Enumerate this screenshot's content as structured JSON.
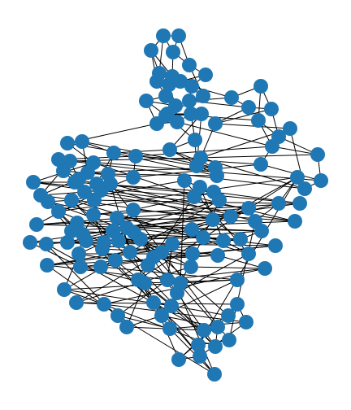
{
  "diagram": {
    "type": "network-graph",
    "node_color": "#1f77b4",
    "edge_color": "#000000",
    "background": "#ffffff",
    "nodes": [
      {
        "id": "n0"
      },
      {
        "id": "n1"
      },
      {
        "id": "n2"
      },
      {
        "id": "n3"
      },
      {
        "id": "n4"
      },
      {
        "id": "n5"
      },
      {
        "id": "n6"
      },
      {
        "id": "n7"
      },
      {
        "id": "n8"
      },
      {
        "id": "n9"
      },
      {
        "id": "n10"
      },
      {
        "id": "n11"
      },
      {
        "id": "n12"
      },
      {
        "id": "n13"
      },
      {
        "id": "n14"
      },
      {
        "id": "n15"
      },
      {
        "id": "n16"
      },
      {
        "id": "n17"
      },
      {
        "id": "n18"
      },
      {
        "id": "n19"
      },
      {
        "id": "n20"
      },
      {
        "id": "n21"
      },
      {
        "id": "n22"
      },
      {
        "id": "n23"
      },
      {
        "id": "n24"
      },
      {
        "id": "n25"
      },
      {
        "id": "n26"
      },
      {
        "id": "n27"
      },
      {
        "id": "n28"
      },
      {
        "id": "n29"
      },
      {
        "id": "n30"
      },
      {
        "id": "n31"
      },
      {
        "id": "n32"
      },
      {
        "id": "n33"
      },
      {
        "id": "n34"
      },
      {
        "id": "n35"
      },
      {
        "id": "n36"
      },
      {
        "id": "n37"
      },
      {
        "id": "n38"
      },
      {
        "id": "n39"
      },
      {
        "id": "n40"
      },
      {
        "id": "n41"
      },
      {
        "id": "n42"
      },
      {
        "id": "n43"
      },
      {
        "id": "n44"
      },
      {
        "id": "n45"
      },
      {
        "id": "n46"
      },
      {
        "id": "n47"
      },
      {
        "id": "n48"
      },
      {
        "id": "n49"
      },
      {
        "id": "n50"
      },
      {
        "id": "n51"
      },
      {
        "id": "n52"
      },
      {
        "id": "n53"
      },
      {
        "id": "n54"
      },
      {
        "id": "n55"
      },
      {
        "id": "n56"
      },
      {
        "id": "n57"
      },
      {
        "id": "n58"
      },
      {
        "id": "n59"
      },
      {
        "id": "n60"
      },
      {
        "id": "n61"
      },
      {
        "id": "n62"
      },
      {
        "id": "n63"
      },
      {
        "id": "n64"
      },
      {
        "id": "n65"
      },
      {
        "id": "n66"
      },
      {
        "id": "n67"
      },
      {
        "id": "n68"
      },
      {
        "id": "n69"
      },
      {
        "id": "n70"
      },
      {
        "id": "n71"
      },
      {
        "id": "n72"
      },
      {
        "id": "n73"
      },
      {
        "id": "n74"
      },
      {
        "id": "n75"
      },
      {
        "id": "n76"
      },
      {
        "id": "n77"
      },
      {
        "id": "n78"
      },
      {
        "id": "n79"
      },
      {
        "id": "n80"
      },
      {
        "id": "n81"
      },
      {
        "id": "n82"
      },
      {
        "id": "n83"
      },
      {
        "id": "n84"
      },
      {
        "id": "n85"
      },
      {
        "id": "n86"
      },
      {
        "id": "n87"
      },
      {
        "id": "n88"
      },
      {
        "id": "n89"
      },
      {
        "id": "n90"
      },
      {
        "id": "n91"
      },
      {
        "id": "n92"
      },
      {
        "id": "n93"
      },
      {
        "id": "n94"
      },
      {
        "id": "n95"
      },
      {
        "id": "n96"
      },
      {
        "id": "n97"
      },
      {
        "id": "n98"
      },
      {
        "id": "n99"
      },
      {
        "id": "n100"
      },
      {
        "id": "n101"
      },
      {
        "id": "n102"
      },
      {
        "id": "n103"
      },
      {
        "id": "n104"
      },
      {
        "id": "n105"
      },
      {
        "id": "n106"
      },
      {
        "id": "n107"
      },
      {
        "id": "n108"
      },
      {
        "id": "n109"
      },
      {
        "id": "n110"
      },
      {
        "id": "n111"
      },
      {
        "id": "n112"
      },
      {
        "id": "n113"
      },
      {
        "id": "n114"
      },
      {
        "id": "n115"
      },
      {
        "id": "n116"
      },
      {
        "id": "n117"
      },
      {
        "id": "n118"
      },
      {
        "id": "n119"
      },
      {
        "id": "n120"
      },
      {
        "id": "n121"
      },
      {
        "id": "n122"
      },
      {
        "id": "n123"
      },
      {
        "id": "n124"
      },
      {
        "id": "n125"
      },
      {
        "id": "n126"
      },
      {
        "id": "n127"
      },
      {
        "id": "n128"
      },
      {
        "id": "n129"
      },
      {
        "id": "n130"
      },
      {
        "id": "n131"
      },
      {
        "id": "n132"
      },
      {
        "id": "n133"
      },
      {
        "id": "n134"
      },
      {
        "id": "n135"
      },
      {
        "id": "n136"
      },
      {
        "id": "n137"
      },
      {
        "id": "n138"
      },
      {
        "id": "n139"
      },
      {
        "id": "n140"
      },
      {
        "id": "n141"
      },
      {
        "id": "n142"
      }
    ],
    "edges": [
      [
        "n0",
        "n1"
      ],
      [
        "n0",
        "n2"
      ],
      [
        "n0",
        "n3"
      ],
      [
        "n1",
        "n3"
      ],
      [
        "n1",
        "n4"
      ],
      [
        "n2",
        "n5"
      ],
      [
        "n2",
        "n6"
      ],
      [
        "n3",
        "n6"
      ],
      [
        "n3",
        "n4"
      ],
      [
        "n4",
        "n7"
      ],
      [
        "n5",
        "n6"
      ],
      [
        "n5",
        "n8"
      ],
      [
        "n6",
        "n9"
      ],
      [
        "n6",
        "n10"
      ],
      [
        "n7",
        "n10"
      ],
      [
        "n7",
        "n11"
      ],
      [
        "n8",
        "n9"
      ],
      [
        "n8",
        "n12"
      ],
      [
        "n9",
        "n10"
      ],
      [
        "n9",
        "n12"
      ],
      [
        "n10",
        "n13"
      ],
      [
        "n10",
        "n11"
      ],
      [
        "n11",
        "n14"
      ],
      [
        "n12",
        "n15"
      ],
      [
        "n12",
        "n16"
      ],
      [
        "n13",
        "n14"
      ],
      [
        "n13",
        "n17"
      ],
      [
        "n14",
        "n18"
      ],
      [
        "n14",
        "n19"
      ],
      [
        "n15",
        "n16"
      ],
      [
        "n15",
        "n20"
      ],
      [
        "n16",
        "n17"
      ],
      [
        "n16",
        "n21"
      ],
      [
        "n17",
        "n21"
      ],
      [
        "n17",
        "n22"
      ],
      [
        "n18",
        "n19"
      ],
      [
        "n18",
        "n23"
      ],
      [
        "n19",
        "n24"
      ],
      [
        "n19",
        "n25"
      ],
      [
        "n20",
        "n21"
      ],
      [
        "n20",
        "n26"
      ],
      [
        "n21",
        "n22"
      ],
      [
        "n22",
        "n27"
      ],
      [
        "n23",
        "n24"
      ],
      [
        "n23",
        "n28"
      ],
      [
        "n24",
        "n25"
      ],
      [
        "n24",
        "n29"
      ],
      [
        "n25",
        "n30"
      ],
      [
        "n26",
        "n27"
      ],
      [
        "n26",
        "n31"
      ],
      [
        "n27",
        "n32"
      ],
      [
        "n28",
        "n29"
      ],
      [
        "n28",
        "n33"
      ],
      [
        "n29",
        "n30"
      ],
      [
        "n29",
        "n34"
      ],
      [
        "n30",
        "n35"
      ],
      [
        "n31",
        "n32"
      ],
      [
        "n31",
        "n36"
      ],
      [
        "n32",
        "n37"
      ],
      [
        "n32",
        "n38"
      ],
      [
        "n33",
        "n34"
      ],
      [
        "n33",
        "n39"
      ],
      [
        "n34",
        "n35"
      ],
      [
        "n34",
        "n40"
      ],
      [
        "n35",
        "n41"
      ],
      [
        "n36",
        "n37"
      ],
      [
        "n36",
        "n42"
      ],
      [
        "n37",
        "n38"
      ],
      [
        "n37",
        "n43"
      ],
      [
        "n38",
        "n44"
      ],
      [
        "n39",
        "n40"
      ],
      [
        "n39",
        "n45"
      ],
      [
        "n40",
        "n41"
      ],
      [
        "n40",
        "n46"
      ],
      [
        "n41",
        "n47"
      ],
      [
        "n42",
        "n43"
      ],
      [
        "n42",
        "n48"
      ],
      [
        "n43",
        "n44"
      ],
      [
        "n43",
        "n49"
      ],
      [
        "n44",
        "n50"
      ],
      [
        "n45",
        "n46"
      ],
      [
        "n45",
        "n51"
      ],
      [
        "n46",
        "n47"
      ],
      [
        "n46",
        "n52"
      ],
      [
        "n47",
        "n53"
      ],
      [
        "n48",
        "n49"
      ],
      [
        "n48",
        "n54"
      ],
      [
        "n49",
        "n50"
      ],
      [
        "n49",
        "n55"
      ],
      [
        "n50",
        "n56"
      ],
      [
        "n51",
        "n52"
      ],
      [
        "n51",
        "n57"
      ],
      [
        "n52",
        "n53"
      ],
      [
        "n52",
        "n58"
      ],
      [
        "n53",
        "n59"
      ],
      [
        "n54",
        "n55"
      ],
      [
        "n54",
        "n60"
      ],
      [
        "n55",
        "n56"
      ],
      [
        "n55",
        "n61"
      ],
      [
        "n56",
        "n62"
      ],
      [
        "n57",
        "n58"
      ],
      [
        "n57",
        "n63"
      ],
      [
        "n58",
        "n59"
      ],
      [
        "n58",
        "n64"
      ],
      [
        "n59",
        "n65"
      ],
      [
        "n60",
        "n61"
      ],
      [
        "n60",
        "n66"
      ],
      [
        "n61",
        "n62"
      ],
      [
        "n61",
        "n67"
      ],
      [
        "n62",
        "n68"
      ],
      [
        "n63",
        "n64"
      ],
      [
        "n63",
        "n69"
      ],
      [
        "n64",
        "n65"
      ],
      [
        "n64",
        "n70"
      ],
      [
        "n65",
        "n71"
      ],
      [
        "n66",
        "n67"
      ],
      [
        "n66",
        "n72"
      ],
      [
        "n67",
        "n68"
      ],
      [
        "n67",
        "n73"
      ],
      [
        "n68",
        "n74"
      ],
      [
        "n69",
        "n70"
      ],
      [
        "n69",
        "n75"
      ],
      [
        "n70",
        "n71"
      ],
      [
        "n70",
        "n76"
      ],
      [
        "n71",
        "n77"
      ],
      [
        "n72",
        "n73"
      ],
      [
        "n72",
        "n78"
      ],
      [
        "n73",
        "n74"
      ],
      [
        "n73",
        "n79"
      ],
      [
        "n74",
        "n80"
      ],
      [
        "n75",
        "n76"
      ],
      [
        "n75",
        "n81"
      ],
      [
        "n76",
        "n77"
      ],
      [
        "n76",
        "n82"
      ],
      [
        "n77",
        "n83"
      ],
      [
        "n78",
        "n79"
      ],
      [
        "n78",
        "n84"
      ],
      [
        "n79",
        "n80"
      ],
      [
        "n79",
        "n85"
      ],
      [
        "n80",
        "n86"
      ],
      [
        "n81",
        "n82"
      ],
      [
        "n81",
        "n87"
      ],
      [
        "n82",
        "n83"
      ],
      [
        "n82",
        "n88"
      ],
      [
        "n83",
        "n89"
      ],
      [
        "n84",
        "n85"
      ],
      [
        "n84",
        "n90"
      ],
      [
        "n85",
        "n86"
      ],
      [
        "n85",
        "n91"
      ],
      [
        "n86",
        "n92"
      ],
      [
        "n87",
        "n88"
      ],
      [
        "n87",
        "n93"
      ],
      [
        "n88",
        "n89"
      ],
      [
        "n88",
        "n94"
      ],
      [
        "n89",
        "n95"
      ],
      [
        "n90",
        "n91"
      ],
      [
        "n90",
        "n96"
      ],
      [
        "n91",
        "n92"
      ],
      [
        "n91",
        "n97"
      ],
      [
        "n92",
        "n98"
      ],
      [
        "n93",
        "n94"
      ],
      [
        "n93",
        "n99"
      ],
      [
        "n94",
        "n95"
      ],
      [
        "n94",
        "n100"
      ],
      [
        "n95",
        "n101"
      ],
      [
        "n96",
        "n97"
      ],
      [
        "n96",
        "n102"
      ],
      [
        "n97",
        "n98"
      ],
      [
        "n97",
        "n103"
      ],
      [
        "n98",
        "n104"
      ],
      [
        "n99",
        "n100"
      ],
      [
        "n99",
        "n105"
      ],
      [
        "n100",
        "n101"
      ],
      [
        "n100",
        "n106"
      ],
      [
        "n101",
        "n107"
      ],
      [
        "n102",
        "n103"
      ],
      [
        "n102",
        "n108"
      ],
      [
        "n103",
        "n104"
      ],
      [
        "n103",
        "n109"
      ],
      [
        "n104",
        "n110"
      ],
      [
        "n105",
        "n106"
      ],
      [
        "n105",
        "n111"
      ],
      [
        "n106",
        "n107"
      ],
      [
        "n106",
        "n112"
      ],
      [
        "n107",
        "n113"
      ],
      [
        "n108",
        "n109"
      ],
      [
        "n108",
        "n114"
      ],
      [
        "n109",
        "n110"
      ],
      [
        "n109",
        "n115"
      ],
      [
        "n110",
        "n116"
      ],
      [
        "n111",
        "n112"
      ],
      [
        "n111",
        "n117"
      ],
      [
        "n112",
        "n113"
      ],
      [
        "n112",
        "n118"
      ],
      [
        "n113",
        "n119"
      ],
      [
        "n114",
        "n115"
      ],
      [
        "n114",
        "n120"
      ],
      [
        "n115",
        "n116"
      ],
      [
        "n115",
        "n121"
      ],
      [
        "n116",
        "n122"
      ],
      [
        "n117",
        "n118"
      ],
      [
        "n117",
        "n123"
      ],
      [
        "n118",
        "n119"
      ],
      [
        "n118",
        "n124"
      ],
      [
        "n119",
        "n125"
      ],
      [
        "n120",
        "n121"
      ],
      [
        "n120",
        "n126"
      ],
      [
        "n121",
        "n122"
      ],
      [
        "n121",
        "n127"
      ],
      [
        "n122",
        "n128"
      ],
      [
        "n123",
        "n124"
      ],
      [
        "n123",
        "n129"
      ],
      [
        "n124",
        "n125"
      ],
      [
        "n124",
        "n130"
      ],
      [
        "n125",
        "n131"
      ],
      [
        "n126",
        "n127"
      ],
      [
        "n126",
        "n132"
      ],
      [
        "n127",
        "n128"
      ],
      [
        "n127",
        "n133"
      ],
      [
        "n128",
        "n134"
      ],
      [
        "n129",
        "n130"
      ],
      [
        "n129",
        "n135"
      ],
      [
        "n130",
        "n131"
      ],
      [
        "n130",
        "n136"
      ],
      [
        "n131",
        "n137"
      ],
      [
        "n132",
        "n133"
      ],
      [
        "n132",
        "n138"
      ],
      [
        "n133",
        "n134"
      ],
      [
        "n133",
        "n139"
      ],
      [
        "n134",
        "n140"
      ],
      [
        "n135",
        "n136"
      ],
      [
        "n135",
        "n141"
      ],
      [
        "n136",
        "n137"
      ],
      [
        "n137",
        "n142"
      ],
      [
        "n138",
        "n139"
      ],
      [
        "n139",
        "n140"
      ],
      [
        "n141",
        "n142"
      ],
      [
        "n4",
        "n13"
      ],
      [
        "n11",
        "n18"
      ],
      [
        "n22",
        "n31"
      ],
      [
        "n27",
        "n36"
      ],
      [
        "n38",
        "n50"
      ],
      [
        "n44",
        "n56"
      ],
      [
        "n30",
        "n41"
      ],
      [
        "n35",
        "n47"
      ],
      [
        "n62",
        "n74"
      ],
      [
        "n68",
        "n80"
      ],
      [
        "n53",
        "n65"
      ],
      [
        "n59",
        "n71"
      ],
      [
        "n86",
        "n98"
      ],
      [
        "n92",
        "n104"
      ],
      [
        "n77",
        "n89"
      ],
      [
        "n83",
        "n95"
      ],
      [
        "n110",
        "n122"
      ],
      [
        "n116",
        "n128"
      ],
      [
        "n101",
        "n113"
      ],
      [
        "n107",
        "n119"
      ],
      [
        "n125",
        "n137"
      ],
      [
        "n131",
        "n142"
      ],
      [
        "n20",
        "n42"
      ],
      [
        "n15",
        "n26"
      ],
      [
        "n33",
        "n45"
      ],
      [
        "n39",
        "n51"
      ],
      [
        "n57",
        "n69"
      ],
      [
        "n63",
        "n75"
      ],
      [
        "n81",
        "n93"
      ],
      [
        "n87",
        "n99"
      ],
      [
        "n105",
        "n117"
      ],
      [
        "n111",
        "n123"
      ],
      [
        "n129",
        "n141"
      ],
      [
        "n135",
        "n138"
      ],
      [
        "n48",
        "n60"
      ],
      [
        "n54",
        "n66"
      ],
      [
        "n72",
        "n84"
      ],
      [
        "n78",
        "n90"
      ],
      [
        "n96",
        "n108"
      ],
      [
        "n102",
        "n114"
      ],
      [
        "n120",
        "n132"
      ],
      [
        "n126",
        "n140"
      ],
      [
        "n17",
        "n28"
      ],
      [
        "n21",
        "n33"
      ],
      [
        "n32",
        "n44"
      ],
      [
        "n37",
        "n49"
      ],
      [
        "n25",
        "n35"
      ],
      [
        "n47",
        "n59"
      ],
      [
        "n56",
        "n68"
      ],
      [
        "n65",
        "n77"
      ],
      [
        "n74",
        "n86"
      ],
      [
        "n89",
        "n101"
      ],
      [
        "n98",
        "n110"
      ],
      [
        "n113",
        "n125"
      ],
      [
        "n122",
        "n134"
      ],
      [
        "n119",
        "n131"
      ],
      [
        "n9",
        "n16"
      ],
      [
        "n2",
        "n8"
      ],
      [
        "n0",
        "n5"
      ]
    ]
  }
}
